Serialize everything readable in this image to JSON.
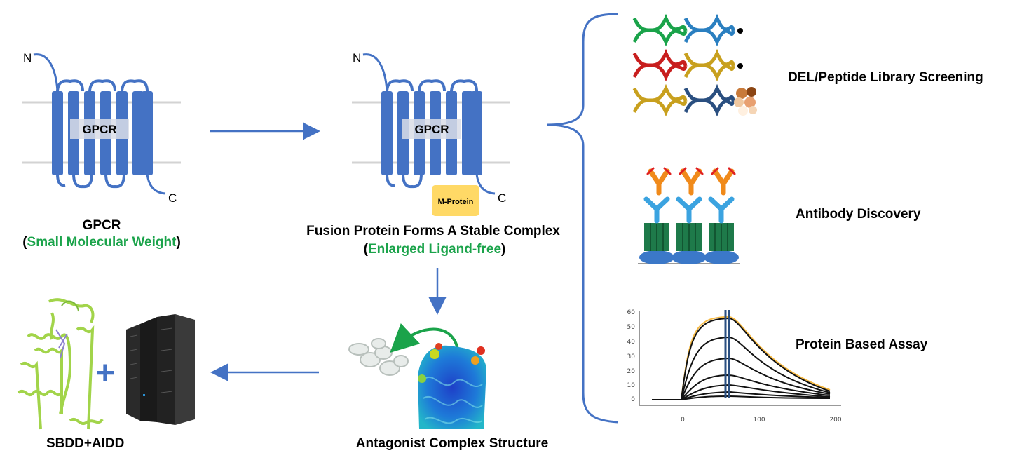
{
  "colors": {
    "gpcr_blue": "#4472c4",
    "membrane_gray": "#d3d3d3",
    "accent_green": "#1aa34a",
    "m_protein_yellow": "#ffd966",
    "arrow_blue": "#4472c4"
  },
  "gpcr_left": {
    "n_label": "N",
    "c_label": "C",
    "box_label": "GPCR",
    "title": "GPCR",
    "subtitle_open": "(",
    "subtitle": "Small Molecular Weight",
    "subtitle_close": ")"
  },
  "gpcr_fusion": {
    "n_label": "N",
    "c_label": "C",
    "box_label": "GPCR",
    "fusion_label": "M-Protein",
    "title": "Fusion Protein Forms A Stable Complex",
    "subtitle_open": "(",
    "subtitle": "Enlarged Ligand-free",
    "subtitle_close": ")"
  },
  "applications": [
    {
      "label": "DEL/Peptide Library Screening",
      "icon": "dna-library-icon"
    },
    {
      "label": "Antibody Discovery",
      "icon": "antibody-icon"
    },
    {
      "label": "Protein Based Assay",
      "icon": "binding-kinetics-chart-icon"
    }
  ],
  "structure": {
    "label": "Antagonist Complex Structure",
    "icon": "cryo-em-density-icon"
  },
  "drug_design": {
    "label": "SBDD+AIDD",
    "plus": "+",
    "icons": [
      "protein-ribbon-icon",
      "server-rack-icon"
    ]
  },
  "assay_plot": {
    "y_ticks": [
      "0",
      "10",
      "20",
      "30",
      "40",
      "50",
      "60"
    ],
    "x_ticks": [
      "0",
      "100",
      "200"
    ]
  }
}
